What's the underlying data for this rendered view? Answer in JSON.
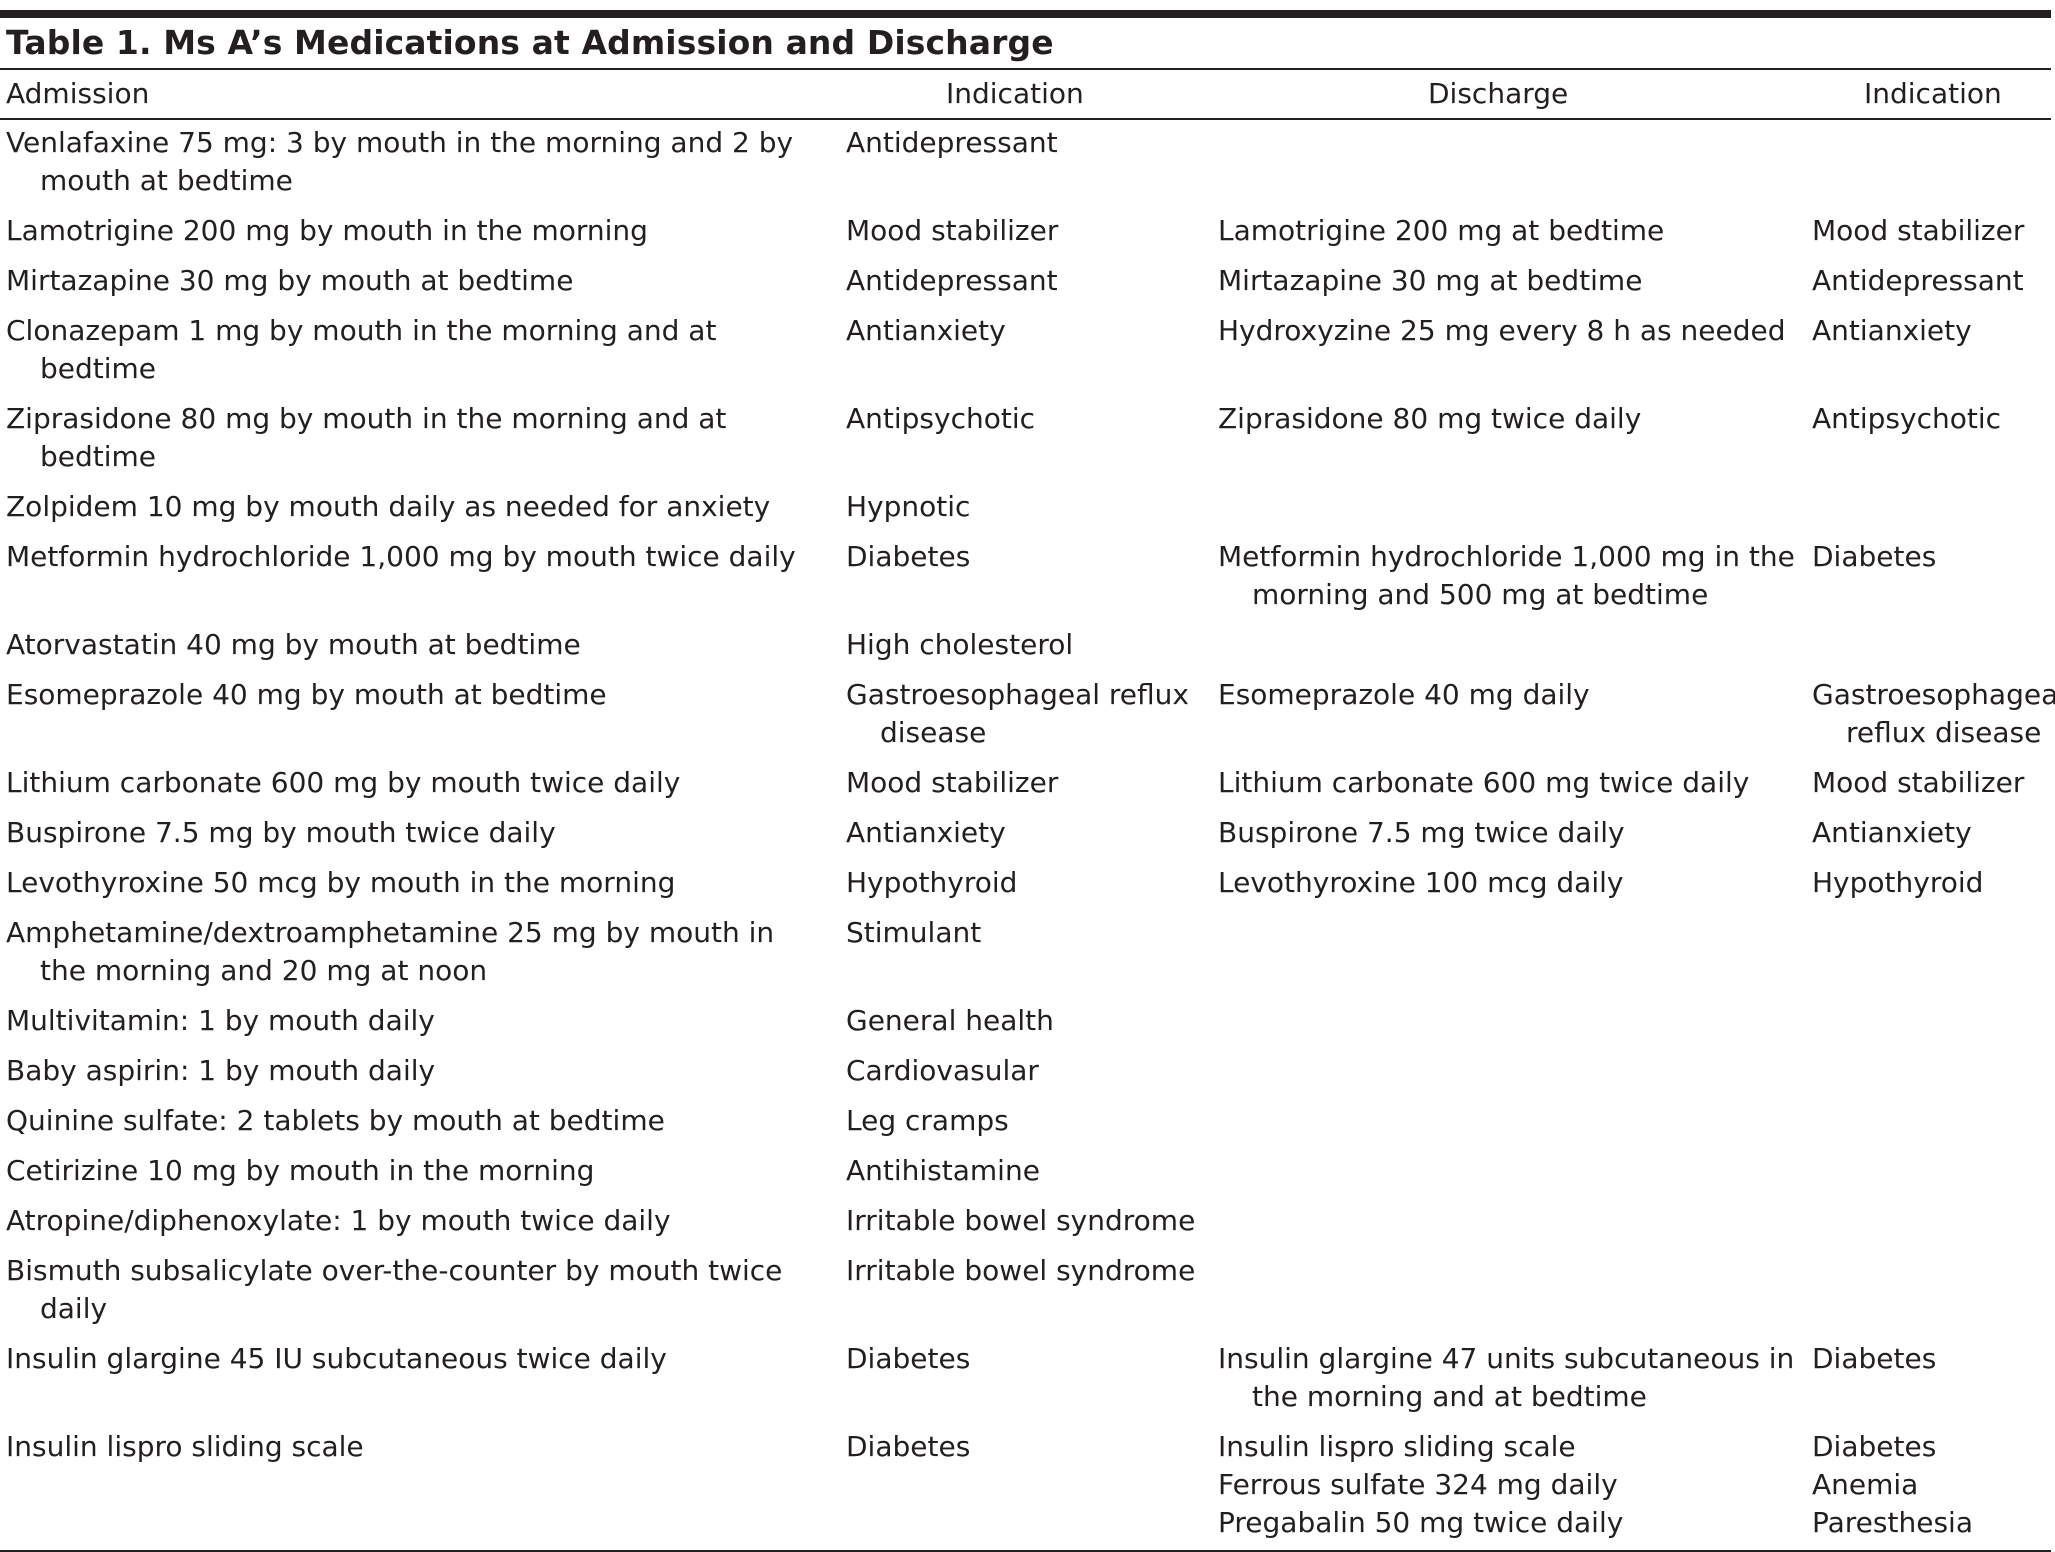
{
  "title": "Table 1. Ms A’s Medications at Admission and Discharge",
  "headers": {
    "admission": "Admission",
    "indication_admission": "Indication",
    "discharge": "Discharge",
    "indication_discharge": "Indication"
  },
  "rows": [
    {
      "admission": "Venlafaxine 75 mg: 3 by mouth in the morning and 2 by mouth at bedtime",
      "indication1": "Antidepressant",
      "discharge": "",
      "indication2": ""
    },
    {
      "admission": "Lamotrigine 200 mg by mouth in the morning",
      "indication1": "Mood stabilizer",
      "discharge": "Lamotrigine 200 mg at bedtime",
      "indication2": "Mood stabilizer"
    },
    {
      "admission": "Mirtazapine 30 mg by mouth at bedtime",
      "indication1": "Antidepressant",
      "discharge": "Mirtazapine 30 mg at bedtime",
      "indication2": "Antidepressant"
    },
    {
      "admission": "Clonazepam 1 mg by mouth in the  morning and at bedtime",
      "indication1": "Antianxiety",
      "discharge": "Hydroxyzine 25 mg every 8 h as needed",
      "indication2": "Antianxiety"
    },
    {
      "admission": "Ziprasidone 80 mg by mouth in the morning and at bedtime",
      "indication1": "Antipsychotic",
      "discharge": "Ziprasidone 80 mg twice daily",
      "indication2": "Antipsychotic"
    },
    {
      "admission": "Zolpidem 10 mg by mouth daily as needed for anxiety",
      "indication1": "Hypnotic",
      "discharge": "",
      "indication2": ""
    },
    {
      "admission": "Metformin hydrochloride 1,000 mg by mouth twice daily",
      "indication1": "Diabetes",
      "discharge": "Metformin hydrochloride 1,000 mg in the morning and 500 mg at bedtime",
      "indication2": "Diabetes"
    },
    {
      "admission": "Atorvastatin 40 mg by mouth at bedtime",
      "indication1": "High cholesterol",
      "discharge": "",
      "indication2": ""
    },
    {
      "admission": "Esomeprazole 40 mg by mouth at bedtime",
      "indication1": "Gastroesophageal reflux disease",
      "discharge": "Esomeprazole 40 mg daily",
      "indication2": "Gastroesophageal reflux disease"
    },
    {
      "admission": "Lithium carbonate 600 mg by mouth twice daily",
      "indication1": "Mood stabilizer",
      "discharge": "Lithium carbonate 600 mg twice daily",
      "indication2": "Mood stabilizer"
    },
    {
      "admission": "Buspirone 7.5 mg by mouth twice daily",
      "indication1": "Antianxiety",
      "discharge": "Buspirone 7.5 mg twice daily",
      "indication2": "Antianxiety"
    },
    {
      "admission": "Levothyroxine 50 mcg by mouth in the morning",
      "indication1": "Hypothyroid",
      "discharge": "Levothyroxine 100 mcg daily",
      "indication2": "Hypothyroid"
    },
    {
      "admission": "Amphetamine/dextroamphetamine 25 mg by mouth in the morning and 20 mg at noon",
      "indication1": "Stimulant",
      "discharge": "",
      "indication2": ""
    },
    {
      "admission": "Multivitamin: 1 by mouth daily",
      "indication1": "General health",
      "discharge": "",
      "indication2": ""
    },
    {
      "admission": "Baby aspirin: 1 by mouth daily",
      "indication1": "Cardiovasular",
      "discharge": "",
      "indication2": ""
    },
    {
      "admission": "Quinine sulfate: 2 tablets by mouth at bedtime",
      "indication1": "Leg cramps",
      "discharge": "",
      "indication2": ""
    },
    {
      "admission": "Cetirizine 10 mg by mouth in the morning",
      "indication1": "Antihistamine",
      "discharge": "",
      "indication2": ""
    },
    {
      "admission": "Atropine/diphenoxylate: 1 by mouth twice daily",
      "indication1": "Irritable bowel syndrome",
      "discharge": "",
      "indication2": ""
    },
    {
      "admission": "Bismuth subsalicylate over-the-counter by mouth twice daily",
      "indication1": "Irritable bowel syndrome",
      "discharge": "",
      "indication2": ""
    },
    {
      "admission": "Insulin glargine 45 IU subcutaneous twice daily",
      "indication1": "Diabetes",
      "discharge": "Insulin glargine 47 units subcutaneous in the morning and at bedtime",
      "indication2": "Diabetes"
    },
    {
      "admission": "Insulin lispro sliding scale",
      "indication1": "Diabetes",
      "discharge": "Insulin lispro sliding scale",
      "indication2": "Diabetes",
      "extra_discharge": [
        "Ferrous sulfate 324 mg daily",
        "Pregabalin 50 mg twice daily"
      ],
      "extra_indication": [
        "Anemia",
        "Paresthesia"
      ]
    }
  ]
}
